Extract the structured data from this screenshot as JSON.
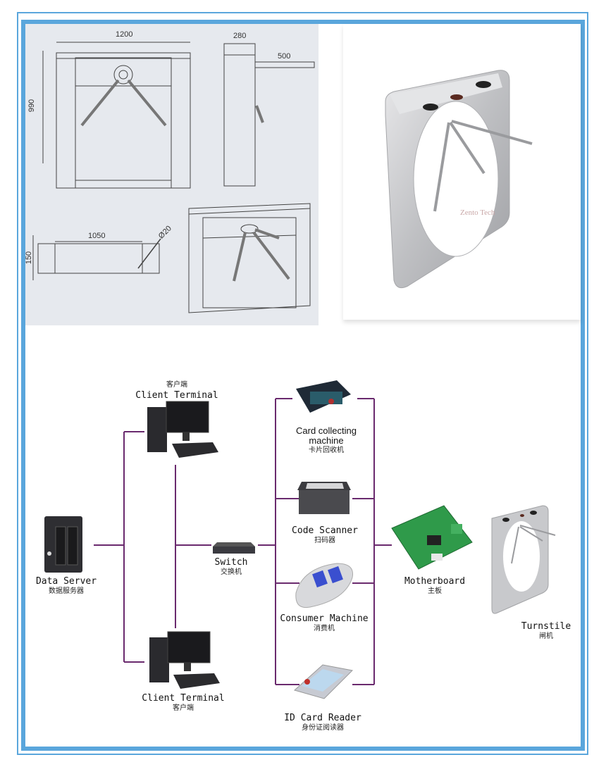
{
  "drawings": {
    "front_view": {
      "width_dim": "1200",
      "height_dim": "990"
    },
    "side_view": {
      "depth_dim": "280",
      "arm_dim": "500"
    },
    "base_plan": {
      "length_dim": "1050",
      "width_dim": "150",
      "hole_dim": "Ø20"
    }
  },
  "product_photo": {
    "watermark": "Zento Tech"
  },
  "network": {
    "client_terminal_top": {
      "cn": "客户端",
      "en": "Client Terminal"
    },
    "client_terminal_bottom": {
      "en": "Client Terminal",
      "cn": "客户端"
    },
    "data_server": {
      "en": "Data Server",
      "cn": "数据服务器"
    },
    "switch": {
      "en": "Switch",
      "cn": "交换机"
    },
    "card_collecting": {
      "en_line1": "Card collecting",
      "en_line2": "machine",
      "cn": "卡片回收机"
    },
    "code_scanner": {
      "en": "Code Scanner",
      "cn": "扫码器"
    },
    "consumer_machine": {
      "en": "Consumer Machine",
      "cn": "消费机"
    },
    "id_card_reader": {
      "en": "ID Card Reader",
      "cn": "身份证阅读器"
    },
    "motherboard": {
      "en": "Motherboard",
      "cn": "主板"
    },
    "turnstile": {
      "en": "Turnstile",
      "cn": "闸机"
    }
  },
  "colors": {
    "frame": "#5aa6dc",
    "connector": "#6a2a6e",
    "drawing_bg": "#e6e9ee"
  }
}
